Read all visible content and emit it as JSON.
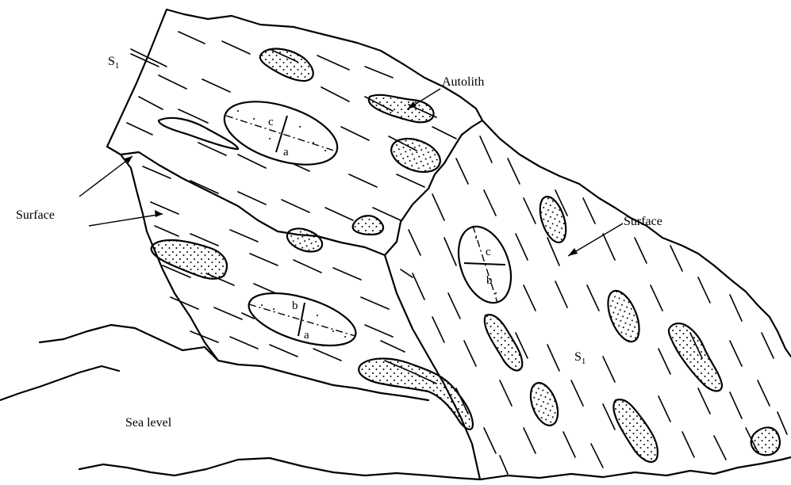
{
  "labels": {
    "s1_top": "S",
    "s1_top_sub": "1",
    "autolith": "Autolith",
    "surface_left": "Surface",
    "surface_right": "Surface",
    "sea_level": "Sea level",
    "s1_right": "S",
    "s1_right_sub": "1"
  },
  "axes": {
    "upper_c": "c",
    "upper_a": "a",
    "right_c": "c",
    "right_b": "b",
    "lower_b": "b",
    "lower_a": "a"
  },
  "colors": {
    "ink": "#000000",
    "paper": "#ffffff"
  }
}
